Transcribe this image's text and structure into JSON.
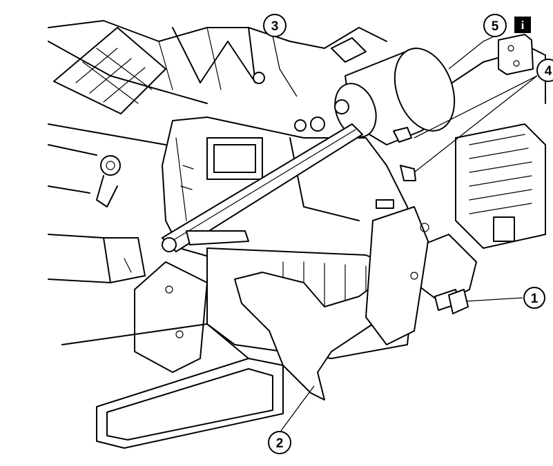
{
  "callouts": [
    {
      "id": "1",
      "label": "1"
    },
    {
      "id": "2",
      "label": "2"
    },
    {
      "id": "3",
      "label": "3"
    },
    {
      "id": "4",
      "label": "4"
    },
    {
      "id": "5",
      "label": "5"
    }
  ],
  "info_badge": {
    "label": "i",
    "color": "#000000"
  },
  "colors": {
    "ink": "#000000",
    "paper": "#ffffff"
  }
}
